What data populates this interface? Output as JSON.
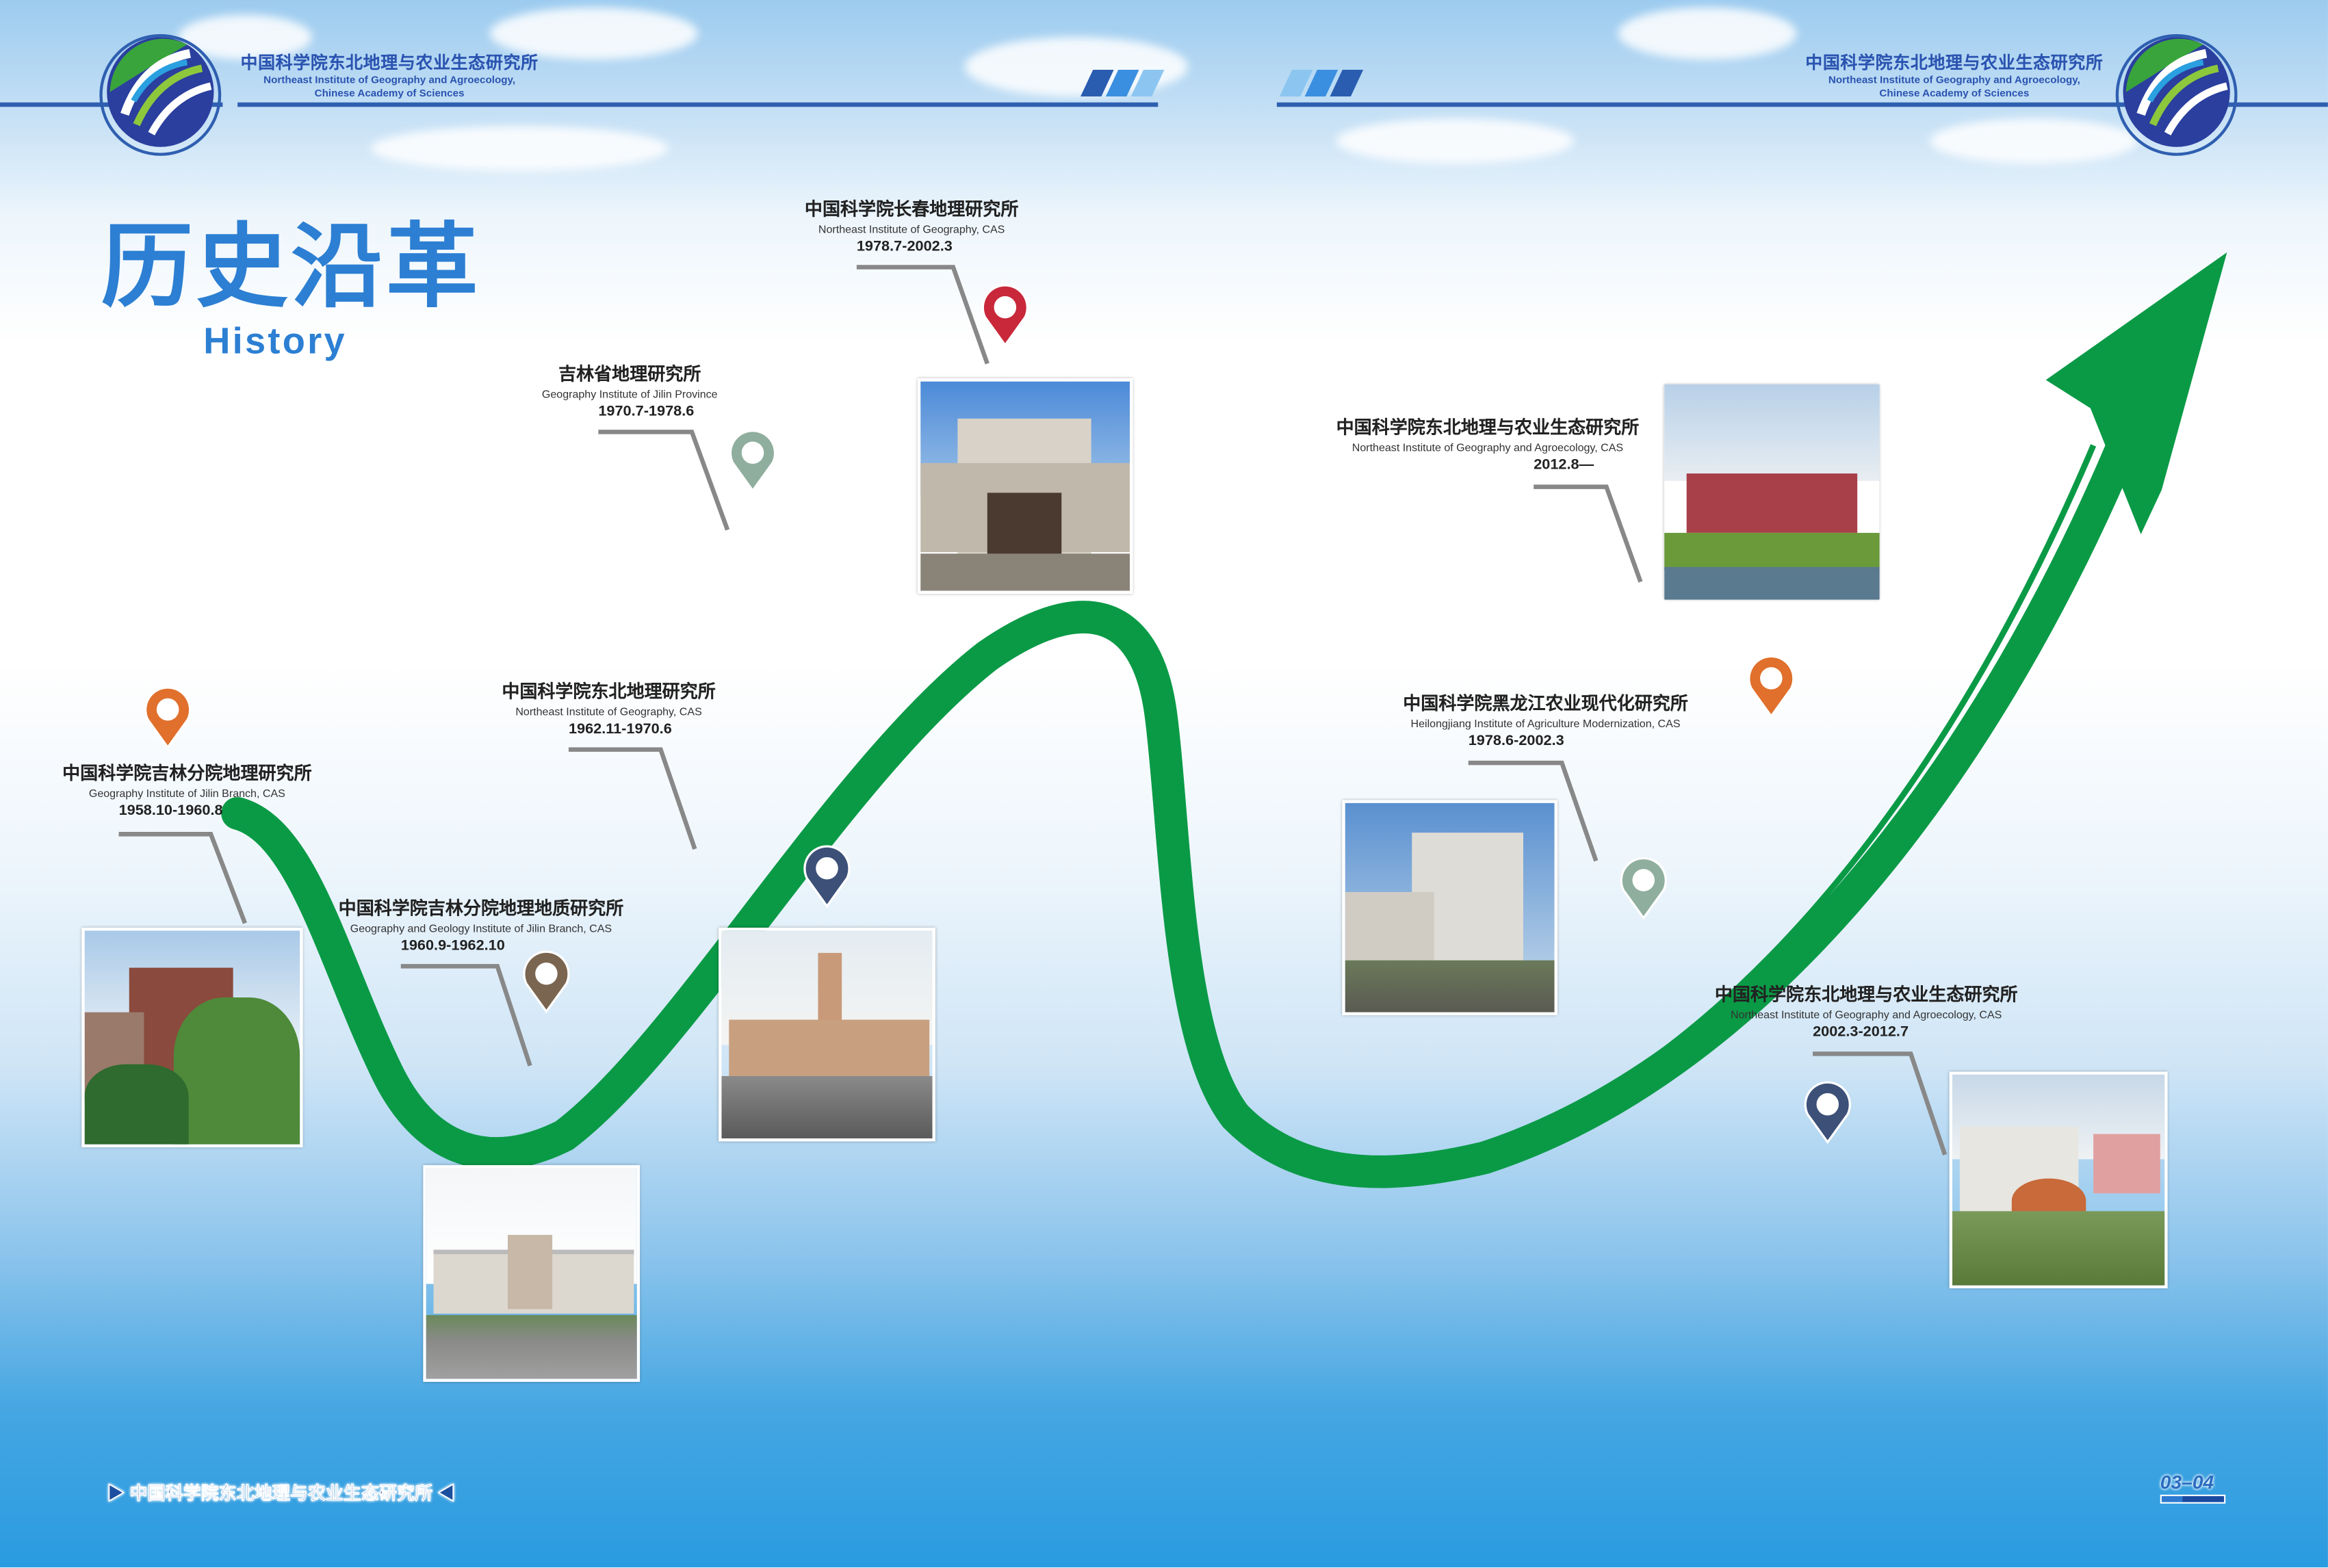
{
  "header": {
    "org_cn": "中国科学院东北地理与农业生态研究所",
    "org_en_line1": "Northeast Institute of Geography and Agroecology,",
    "org_en_line2": "Chinese Academy of Sciences"
  },
  "title": {
    "cn": "历史沿革",
    "en": "History"
  },
  "entries": [
    {
      "cn": "中国科学院吉林分院地理研究所",
      "en": "Geography Institute of Jilin Branch, CAS",
      "date": "1958.10-1960.8"
    },
    {
      "cn": "中国科学院吉林分院地理地质研究所",
      "en": "Geography and Geology Institute of Jilin Branch, CAS",
      "date": "1960.9-1962.10"
    },
    {
      "cn": "中国科学院东北地理研究所",
      "en": "Northeast Institute of Geography, CAS",
      "date": "1962.11-1970.6"
    },
    {
      "cn": "吉林省地理研究所",
      "en": "Geography Institute of Jilin Province",
      "date": "1970.7-1978.6"
    },
    {
      "cn": "中国科学院长春地理研究所",
      "en": "Northeast Institute of Geography, CAS",
      "date": "1978.7-2002.3"
    },
    {
      "cn": "中国科学院东北地理与农业生态研究所",
      "en": "Northeast Institute of Geography and Agroecology, CAS",
      "date": "2012.8—"
    },
    {
      "cn": "中国科学院黑龙江农业现代化研究所",
      "en": "Heilongjiang Institute of Agriculture Modernization, CAS",
      "date": "1978.6-2002.3"
    },
    {
      "cn": "中国科学院东北地理与农业生态研究所",
      "en": "Northeast Institute of Geography and Agroecology, CAS",
      "date": "2002.3-2012.7"
    }
  ],
  "footer": {
    "org": "中国科学院东北地理与农业生态研究所",
    "page": "03–04"
  },
  "colors": {
    "curve": "#0a9a46",
    "accent": "#2c7fd3",
    "pin_orange": "#e0702c",
    "pin_red": "#c8283a",
    "pin_navy": "#3c5078",
    "pin_gray": "#8fae9e",
    "pin_brown": "#7a6550"
  }
}
